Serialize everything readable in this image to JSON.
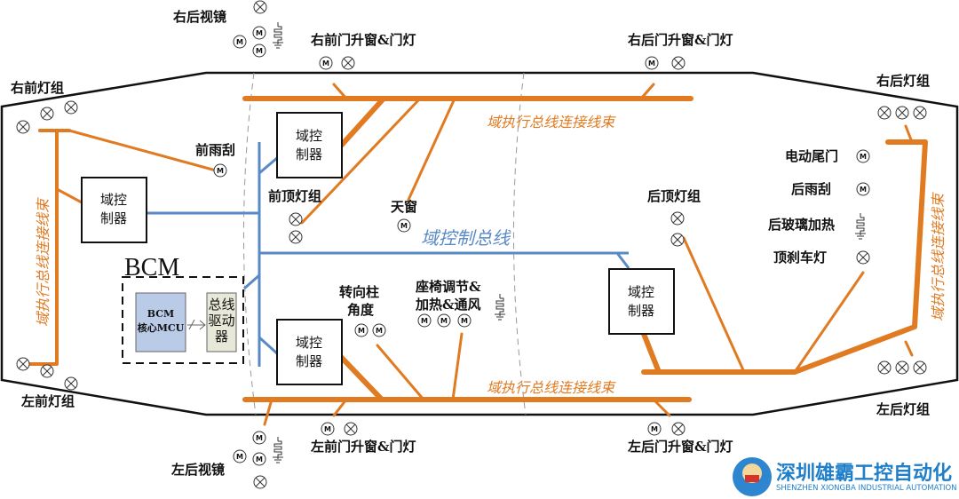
{
  "colors": {
    "harness": "#e07b22",
    "control_bus": "#5a8ac6",
    "outline": "#111111",
    "mcu_fill": "#b9cbe6",
    "driver_fill": "#e8e8d8",
    "logo_blue": "#1f7fc9"
  },
  "labels": {
    "right_mirror": "右后视镜",
    "right_front_door": "右前门升窗&门灯",
    "right_rear_door": "右后门升窗&门灯",
    "right_front_lamp": "右前灯组",
    "right_rear_lamp": "右后灯组",
    "front_wiper": "前雨刮",
    "front_roof_lamp": "前顶灯组",
    "sunroof": "天窗",
    "rear_roof_lamp": "后顶灯组",
    "power_tailgate": "电动尾门",
    "rear_wiper": "后雨刮",
    "rear_defrost": "后玻璃加热",
    "high_brake_lamp": "顶刹车灯",
    "steering_column_line1": "转向柱",
    "steering_column_line2": "角度",
    "seat_line1": "座椅调节&",
    "seat_line2": "加热&通风",
    "left_front_lamp": "左前灯组",
    "left_rear_lamp": "左后灯组",
    "left_mirror": "左后视镜",
    "left_front_door": "左前门升窗&门灯",
    "left_rear_door": "左后门升窗&门灯"
  },
  "controller": {
    "line1": "域控",
    "line2": "制器"
  },
  "harness_label": "域执行总线连接线束",
  "control_bus_label": "域控制总线",
  "bcm": {
    "title": "BCM",
    "mcu_line1": "BCM",
    "mcu_line2": "核心MCU",
    "driver_line1": "总线",
    "driver_line2": "驱动",
    "driver_line3": "器"
  },
  "icons": {
    "motor": "M",
    "lamp": "lamp-cross-icon",
    "heater": "heater-resistor-icon"
  },
  "logo": {
    "cn": "深圳雄霸工控自动化",
    "en": "SHENZHEN XIONGBA INDUSTRIAL AUTOMATION"
  }
}
